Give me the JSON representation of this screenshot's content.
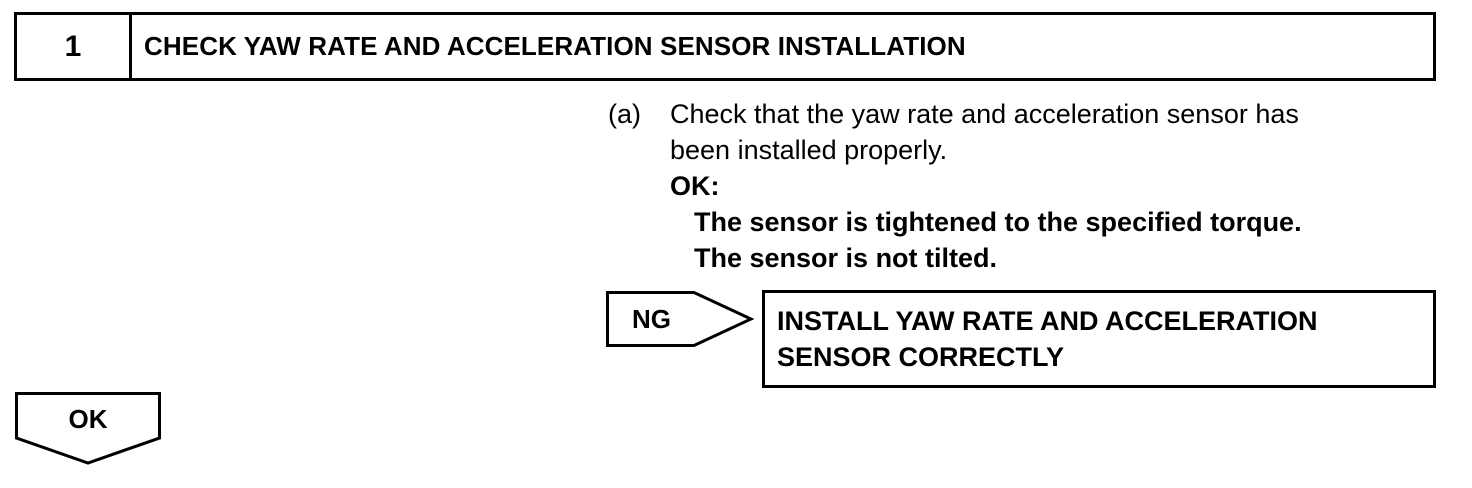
{
  "step": {
    "number": "1",
    "title": "CHECK YAW RATE AND ACCELERATION SENSOR INSTALLATION"
  },
  "instruction": {
    "marker": "(a)",
    "text_line1": "Check that the yaw rate and acceleration sensor has",
    "text_line2": "been installed properly.",
    "ok_label": "OK:",
    "criteria": [
      "The sensor is tightened to the specified torque.",
      "The sensor is not tilted."
    ]
  },
  "ng_branch": {
    "label": "NG",
    "result_line1": "INSTALL YAW RATE AND ACCELERATION",
    "result_line2": "SENSOR CORRECTLY"
  },
  "ok_branch": {
    "label": "OK"
  }
}
